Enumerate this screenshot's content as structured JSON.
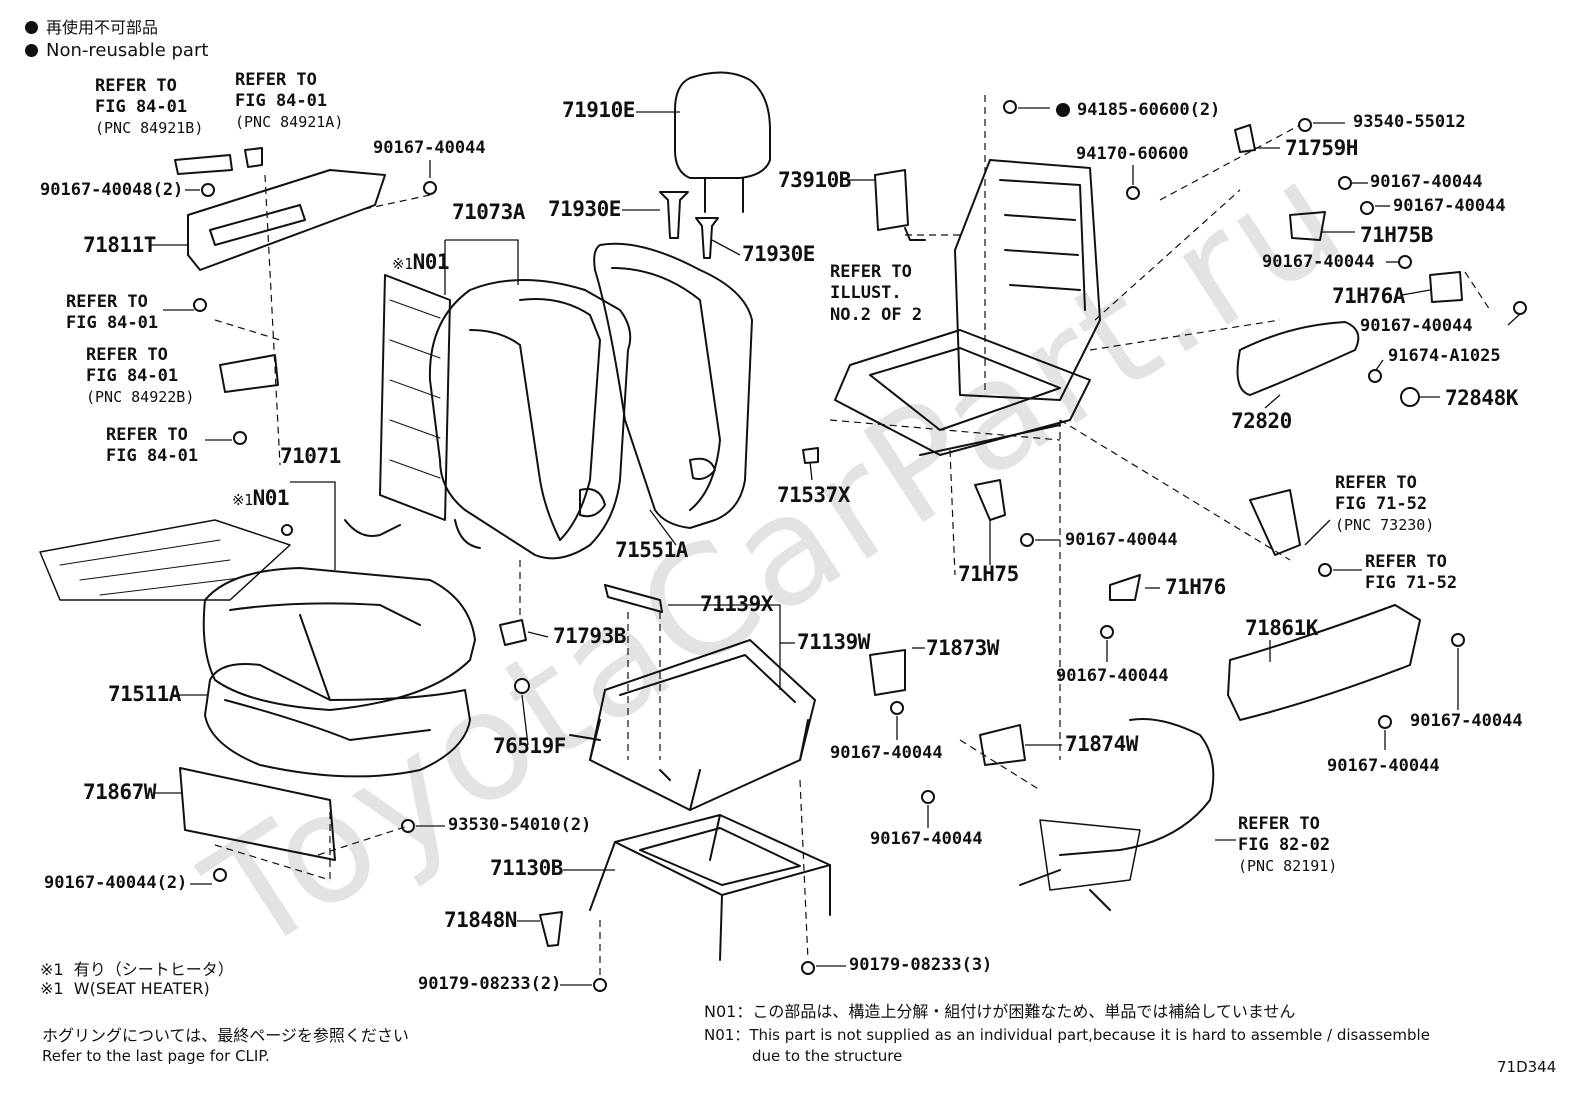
{
  "watermark": "ToyotaCarPart.ru",
  "legend": {
    "jp": "再使用不可部品",
    "en": "Non-reusable part"
  },
  "diagram_code": "71D344",
  "notes": {
    "heater_jp_mark": "※1",
    "heater_jp": "有り（シートヒータ）",
    "heater_en_mark": "※1",
    "heater_en": "W(SEAT HEATER)",
    "clip_jp": "ホグリングについては、最終ページを参照ください",
    "clip_en": "Refer to the last page for CLIP.",
    "n01_jp_key": "N01",
    "n01_jp": "：この部品は、構造上分解・組付けが困難なため、単品では補給していません",
    "n01_en_key": "N01",
    "n01_en_1": "：This part is not supplied as an individual part,because it is hard to assemble / disassemble",
    "n01_en_2": "due to the structure"
  },
  "refs": {
    "r1": [
      "REFER TO",
      "FIG 84-01",
      "(PNC 84921B)"
    ],
    "r2": [
      "REFER TO",
      "FIG 84-01",
      "(PNC 84921A)"
    ],
    "r3": [
      "REFER TO",
      "FIG 84-01"
    ],
    "r4": [
      "REFER TO",
      "FIG 84-01",
      "(PNC 84922B)"
    ],
    "r5": [
      "REFER TO",
      "FIG 84-01"
    ],
    "r6": [
      "REFER TO",
      "ILLUST.",
      "NO.2 OF 2"
    ],
    "r7": [
      "REFER TO",
      "FIG 71-52",
      "(PNC 73230)"
    ],
    "r8": [
      "REFER TO",
      "FIG 71-52"
    ],
    "r9": [
      "REFER TO",
      "FIG 82-02",
      "(PNC 82191)"
    ]
  },
  "parts": {
    "p71910E": "71910E",
    "p71930E_a": "71930E",
    "p71930E_b": "71930E",
    "p71073A": "71073A",
    "p71071": "71071",
    "n01_a_mark": "※1",
    "n01_a": "N01",
    "n01_b_mark": "※1",
    "n01_b": "N01",
    "p71811T": "71811T",
    "p90167_40048": "90167-40048(2)",
    "p90167_40044_top": "90167-40044",
    "p71551A": "71551A",
    "p71511A": "71511A",
    "p71867W": "71867W",
    "p93530": "93530-54010(2)",
    "p90167_40044_2": "90167-40044(2)",
    "p71793B": "71793B",
    "p76519F": "76519F",
    "p71139X": "71139X",
    "p71139W": "71139W",
    "p71130B": "71130B",
    "p71848N": "71848N",
    "p90179_2": "90179-08233(2)",
    "p90179_3": "90179-08233(3)",
    "p73910B": "73910B",
    "p94185": "94185-60600(2)",
    "p94170": "94170-60600",
    "p93540": "93540-55012",
    "p71759H": "71759H",
    "p90167_r1": "90167-40044",
    "p90167_r2": "90167-40044",
    "p71H75B": "71H75B",
    "p90167_r3": "90167-40044",
    "p71H76A": "71H76A",
    "p90167_r4": "90167-40044",
    "p91674": "91674-A1025",
    "p72848K": "72848K",
    "p72820": "72820",
    "p71537X": "71537X",
    "p71H75": "71H75",
    "p90167_m1": "90167-40044",
    "p71H76": "71H76",
    "p90167_m2": "90167-40044",
    "p71873W": "71873W",
    "p90167_m3": "90167-40044",
    "p71874W": "71874W",
    "p90167_m4": "90167-40044",
    "p71861K": "71861K",
    "p90167_m5": "90167-40044",
    "p90167_m6": "90167-40044"
  }
}
